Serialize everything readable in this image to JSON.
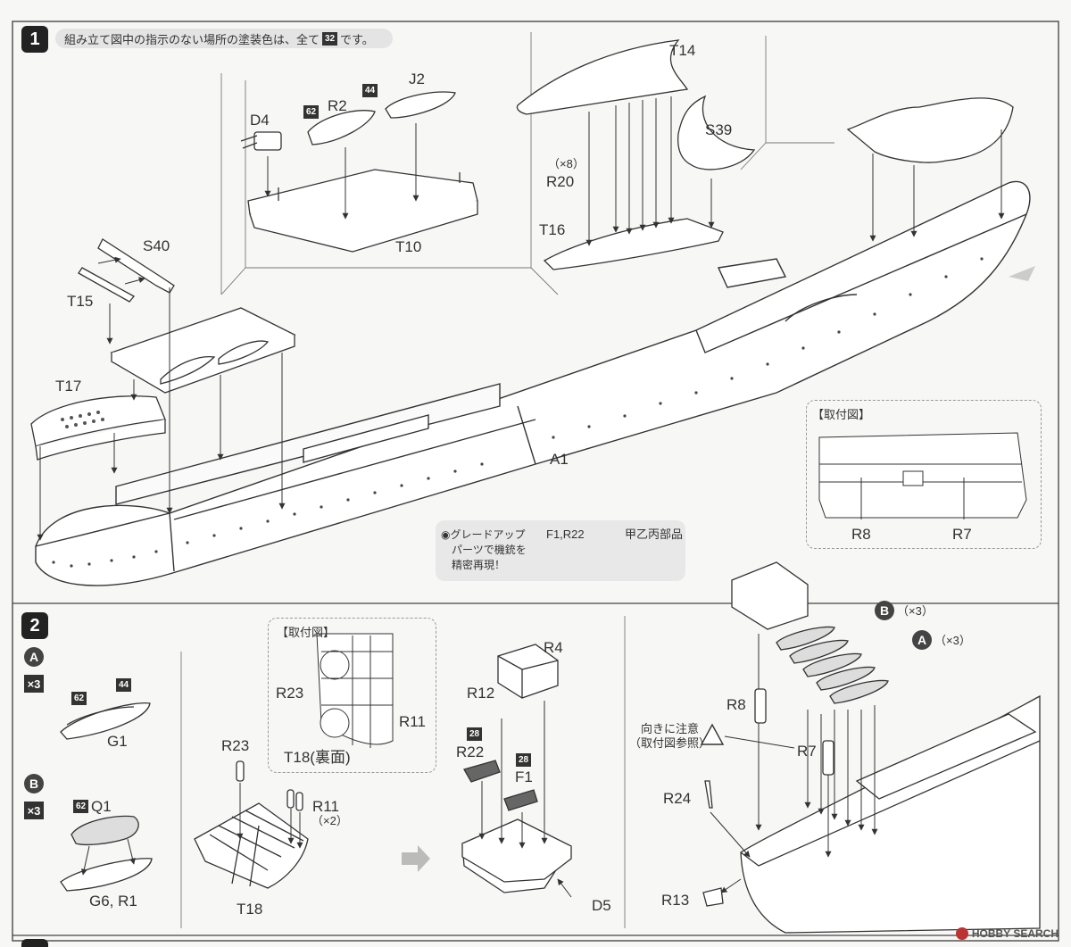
{
  "step1": {
    "number": "1",
    "note_before": "組み立て図中の指示のない場所の塗装色は、全て",
    "note_paint": "32",
    "note_after": "です。",
    "labels": {
      "t14": "T14",
      "s39": "S39",
      "x8": "（×8）",
      "r20": "R20",
      "t16": "T16",
      "d4": "D4",
      "r2": "R2",
      "j2": "J2",
      "t10": "T10",
      "paint62": "62",
      "paint44": "44",
      "s40": "S40",
      "t15": "T15",
      "t17": "T17",
      "a1": "A1"
    },
    "mount_view": {
      "title": "【取付図】",
      "r8": "R8",
      "r7": "R7"
    },
    "upgrade": {
      "line1": "◉グレードアップ",
      "line2": "パーツで機銃を",
      "line3": "精密再現！",
      "from": "F1,R22",
      "to": "甲乙丙部品"
    }
  },
  "step2": {
    "number": "2",
    "sub_a": {
      "mark": "A",
      "count": "×3",
      "paint1": "62",
      "paint2": "44",
      "part": "G1"
    },
    "sub_b": {
      "mark": "B",
      "count": "×3",
      "paint": "62",
      "q1": "Q1",
      "part": "G6, R1"
    },
    "mount_view": {
      "title": "【取付図】",
      "r23": "R23",
      "r11": "R11",
      "t18": "T18(裏面)"
    },
    "labels": {
      "r23": "R23",
      "r11": "R11",
      "x2": "（×2）",
      "t18": "T18",
      "r4": "R4",
      "r12": "R12",
      "r22": "R22",
      "f1": "F1",
      "d5": "D5",
      "paint28a": "28",
      "paint28b": "28",
      "b3": "（×3）",
      "a3": "（×3）",
      "mark_b": "B",
      "mark_a": "A",
      "r8": "R8",
      "r7": "R7",
      "r24": "R24",
      "r13": "R13",
      "caution1": "向きに注意",
      "caution2": "（取付図参照）"
    }
  },
  "watermark": "HOBBY SEARCH"
}
